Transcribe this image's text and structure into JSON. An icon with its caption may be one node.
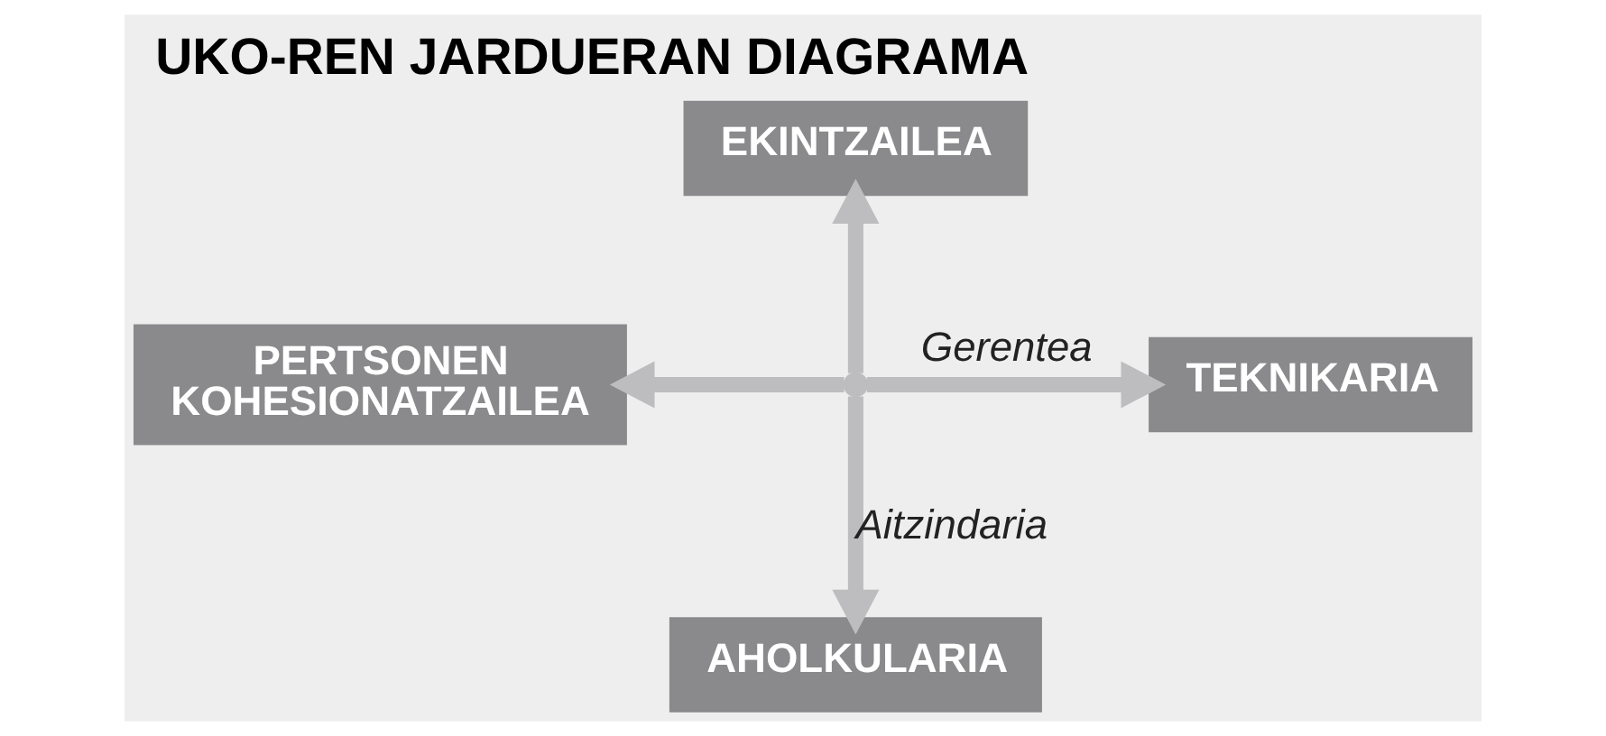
{
  "diagram": {
    "title": "UKO-REN JARDUERAN DIAGRAMA",
    "nodes": [
      {
        "text": [
          "EKINTZAILEA"
        ]
      },
      {
        "text": [
          "PERTSONEN KOHESIONATZAILEA"
        ]
      },
      {
        "text": [
          "TEKNIKARIA"
        ]
      },
      {
        "text": [
          "AHOLKULARIA"
        ]
      },
      {
        "text": [],
        "shape": "point"
      }
    ],
    "edges": [
      {
        "from": 4,
        "to": 0,
        "arrow": "to"
      },
      {
        "from": 4,
        "to": 1,
        "arrow": "to"
      },
      {
        "from": 4,
        "to": 2,
        "arrow": "to",
        "label": "Gerentea"
      },
      {
        "from": 4,
        "to": 3,
        "arrow": "to",
        "label": "Aitzindaria"
      }
    ]
  }
}
